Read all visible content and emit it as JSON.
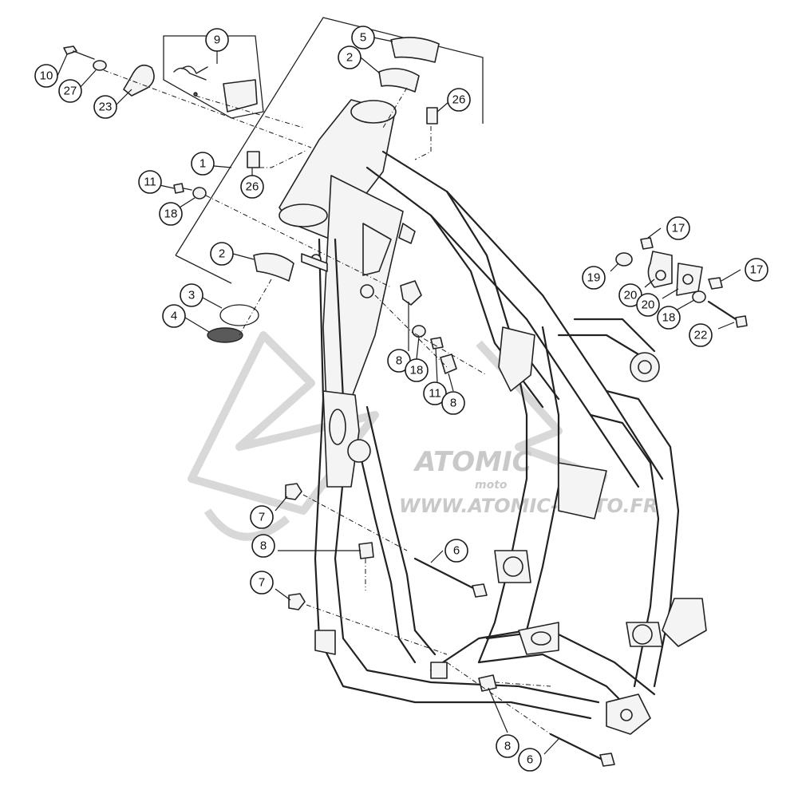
{
  "watermark": {
    "brand": "ATOMIC",
    "sub": "moto",
    "url": "WWW.ATOMIC-MOTO.FR"
  },
  "callouts": [
    {
      "id": "c10a",
      "label": "10"
    },
    {
      "id": "c27a",
      "label": "27"
    },
    {
      "id": "c23a",
      "label": "23"
    },
    {
      "id": "c9a",
      "label": "9"
    },
    {
      "id": "c5a",
      "label": "5"
    },
    {
      "id": "c2a",
      "label": "2"
    },
    {
      "id": "c26a",
      "label": "26"
    },
    {
      "id": "c26b",
      "label": "26"
    },
    {
      "id": "c1a",
      "label": "1"
    },
    {
      "id": "c11a",
      "label": "11"
    },
    {
      "id": "c18a",
      "label": "18"
    },
    {
      "id": "c2b",
      "label": "2"
    },
    {
      "id": "c3a",
      "label": "3"
    },
    {
      "id": "c4a",
      "label": "4"
    },
    {
      "id": "c8a",
      "label": "8"
    },
    {
      "id": "c18b",
      "label": "18"
    },
    {
      "id": "c11b",
      "label": "11"
    },
    {
      "id": "c8b",
      "label": "8"
    },
    {
      "id": "c17a",
      "label": "17"
    },
    {
      "id": "c19a",
      "label": "19"
    },
    {
      "id": "c20a",
      "label": "20"
    },
    {
      "id": "c20b",
      "label": "20"
    },
    {
      "id": "c17b",
      "label": "17"
    },
    {
      "id": "c18c",
      "label": "18"
    },
    {
      "id": "c22a",
      "label": "22"
    },
    {
      "id": "c7a",
      "label": "7"
    },
    {
      "id": "c8c",
      "label": "8"
    },
    {
      "id": "c6a",
      "label": "6"
    },
    {
      "id": "c7b",
      "label": "7"
    },
    {
      "id": "c8d",
      "label": "8"
    },
    {
      "id": "c6b",
      "label": "6"
    }
  ]
}
